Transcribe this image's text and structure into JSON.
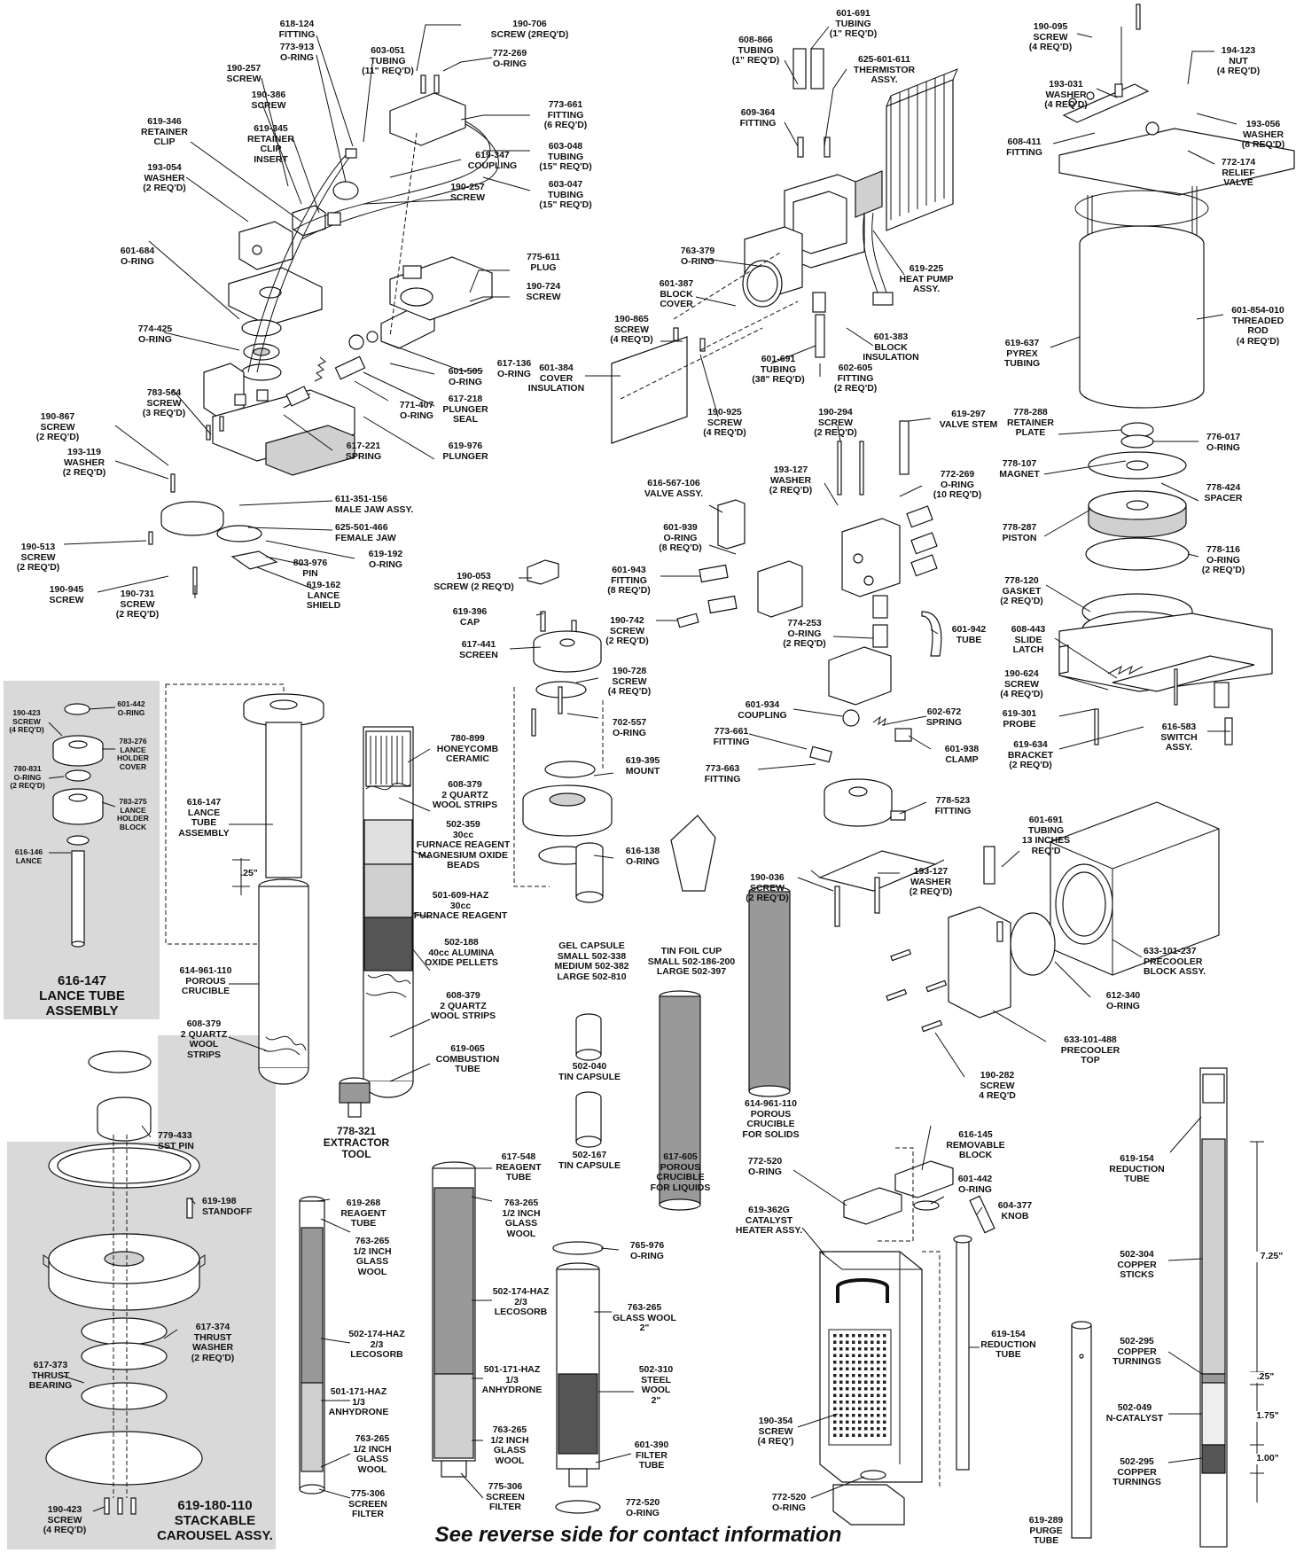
{
  "top_left_assembly": {
    "p618_124": "618-124\nFITTING",
    "p773_913": "773-913\nO-RING",
    "p603_051": "603-051\nTUBING\n(11\" REQ'D)",
    "p190_706": "190-706\nSCREW (2REQ'D)",
    "p772_269_a": "772-269\nO-RING",
    "p190_257_a": "190-257\nSCREW",
    "p190_386": "190-386\nSCREW",
    "p619_345": "619-345\nRETAINER\nCLIP\nINSERT",
    "p619_346": "619-346\nRETAINER\nCLIP",
    "p193_054": "193-054\nWASHER\n(2 REQ'D)",
    "p773_661_a": "773-661\nFITTING\n(6 REQ'D)",
    "p619_347": "619-347\nCOUPLING",
    "p603_048": "603-048\nTUBING\n(15\" REQ'D)",
    "p190_257_b": "190-257\nSCREW",
    "p603_047": "603-047\nTUBING\n(15\" REQ'D)",
    "p601_684": "601-684\nO-RING",
    "p775_611": "775-611\nPLUG",
    "p190_724": "190-724\nSCREW",
    "p774_425": "774-425\nO-RING",
    "p617_136": "617-136\nO-RING",
    "p601_505": "601-505\nO-RING",
    "p771_407": "771-407\nO-RING",
    "p617_218": "617-218\nPLUNGER\nSEAL",
    "p783_564": "783-564\nSCREW\n(3 REQ'D)",
    "p190_867": "190-867\nSCREW\n(2 REQ'D)",
    "p193_119": "193-119\nWASHER\n(2 REQ'D)",
    "p617_221": "617-221\nSPRING",
    "p619_976": "619-976\nPLUNGER",
    "p611_351": "611-351-156\nMALE JAW ASSY.",
    "p625_501": "625-501-466\nFEMALE JAW",
    "p619_192": "619-192\nO-RING",
    "p190_513": "190-513\nSCREW\n(2 REQ'D)",
    "p803_976": "803-976\nPIN",
    "p190_945": "190-945\nSCREW",
    "p190_731": "190-731\nSCREW\n(2 REQ'D)",
    "p619_162": "619-162\nLANCE\nSHIELD"
  },
  "heat_pump": {
    "p601_691_a": "601-691\nTUBING\n(1\" REQ'D)",
    "p608_866": "608-866\nTUBING\n(1\" REQ'D)",
    "p625_601": "625-601-611\nTHERMISTOR\nASSY.",
    "p609_364": "609-364\nFITTING",
    "p763_379": "763-379\nO-RING",
    "p601_387": "601-387\nBLOCK\nCOVER",
    "p619_225": "619-225\nHEAT PUMP\nASSY.",
    "p190_865": "190-865\nSCREW\n(4 REQ'D)",
    "p601_383": "601-383\nBLOCK\nINSULATION",
    "p601_384": "601-384\nCOVER\nINSULATION",
    "p601_691_b": "601-691\nTUBING\n(38\" REQ'D)",
    "p602_605": "602-605\nFITTING\n(2 REQ'D)",
    "p190_925": "190-925\nSCREW\n(4 REQ'D)"
  },
  "precooler_top": {
    "p190_095": "190-095\nSCREW\n(4 REQ'D)",
    "p194_123": "194-123\nNUT\n(4 REQ'D)",
    "p193_031": "193-031\nWASHER\n(4 REQ'D)",
    "p193_056": "193-056\nWASHER\n(8 REQ'D)",
    "p608_411": "608-411\nFITTING",
    "p772_174": "772-174\nRELIEF\nVALVE",
    "p601_854": "601-854-010\nTHREADED\nROD\n(4 REQ'D)",
    "p619_637": "619-637\nPYREX\nTUBING",
    "p778_288": "778-288\nRETAINER\nPLATE",
    "p776_017": "776-017\nO-RING",
    "p778_107": "778-107\nMAGNET",
    "p778_424": "778-424\nSPACER",
    "p778_287": "778-287\nPISTON",
    "p778_116": "778-116\nO-RING\n(2 REQ'D)",
    "p778_120": "778-120\nGASKET\n(2 REQ'D)",
    "p608_443": "608-443\nSLIDE\nLATCH",
    "p190_624": "190-624\nSCREW\n(4 REQ'D)",
    "p619_301": "619-301\nPROBE",
    "p616_583": "616-583\nSWITCH\nASSY.",
    "p619_634": "619-634\nBRACKET\n(2 REQ'D)"
  },
  "valve": {
    "p190_294": "190-294\nSCREW\n(2 REQ'D)",
    "p619_297": "619-297\nVALVE STEM",
    "p193_127_a": "193-127\nWASHER\n(2 REQ'D)",
    "p772_269_b": "772-269\nO-RING\n(10 REQ'D)",
    "p616_567": "616-567-106\nVALVE ASSY.",
    "p601_939": "601-939\nO-RING\n(8 REQ'D)",
    "p601_943": "601-943\nFITTING\n(8 REQ'D)",
    "p190_742": "190-742\nSCREW\n(2 REQ'D)",
    "p774_253": "774-253\nO-RING\n(2 REQ'D)",
    "p601_942": "601-942\nTUBE",
    "p601_934": "601-934\nCOUPLING",
    "p602_672": "602-672\nSPRING",
    "p773_661_b": "773-661\nFITTING",
    "p601_938": "601-938\nCLAMP",
    "p773_663": "773-663\nFITTING",
    "p778_523": "778-523\nFITTING",
    "p190_036": "190-036\nSCREW\n(2 REQ'D)",
    "p193_127_b": "193-127\nWASHER\n(2 REQ'D)"
  },
  "mount": {
    "p190_053": "190-053\nSCREW (2 REQ'D)",
    "p619_396": "619-396\nCAP",
    "p617_441": "617-441\nSCREEN",
    "p190_728": "190-728\nSCREW\n(4 REQ'D)",
    "p702_557": "702-557\nO-RING",
    "p619_395": "619-395\nMOUNT",
    "p616_138": "616-138\nO-RING"
  },
  "lance_panel": {
    "p601_442": "601-442\nO-RING",
    "p190_423": "190-423\nSCREW\n(4 REQ'D)",
    "p783_276": "783-276\nLANCE\nHOLDER\nCOVER",
    "p780_831": "780-831\nO-RING\n(2 REQ'D)",
    "p783_275": "783-275\nLANCE\nHOLDER\nBLOCK",
    "p616_146": "616-146\nLANCE",
    "title": "616-147\nLANCE TUBE\nASSEMBLY"
  },
  "combustion": {
    "p616_147": "616-147\nLANCE\nTUBE\nASSEMBLY",
    "dim_25": ".25\"",
    "p614_961_a": "614-961-110\nPOROUS\nCRUCIBLE",
    "p608_379_a": "608-379\n2 QUARTZ\nWOOL\nSTRIPS",
    "p780_899": "780-899\nHONEYCOMB\nCERAMIC",
    "p608_379_b": "608-379\n2  QUARTZ\nWOOL STRIPS",
    "p502_359": "502-359\n30cc\nFURNACE REAGENT\nMAGNESIUM OXIDE\nBEADS",
    "p501_609": "501-609-HAZ\n30cc\nFURNACE REAGENT",
    "p502_188": "502-188\n40cc ALUMINA\nOXIDE PELLETS",
    "p608_379_c": "608-379\n2 QUARTZ\nWOOL STRIPS",
    "p619_065": "619-065\nCOMBUSTION\nTUBE"
  },
  "capsules": {
    "gel": "GEL CAPSULE\nSMALL 502-338\nMEDIUM 502-382\nLARGE 502-810",
    "tin_foil": "TIN FOIL CUP\nSMALL 502-186-200\nLARGE 502-397",
    "p502_040": "502-040\nTIN CAPSULE",
    "p502_167": "502-167\nTIN CAPSULE",
    "p617_605": "617-605\nPOROUS\nCRUCIBLE\nFOR LIQUIDS",
    "p614_961_b": "614-961-110\nPOROUS\nCRUCIBLE\nFOR SOLIDS"
  },
  "precooler_block": {
    "p601_691_c": "601-691\nTUBING\n13 INCHES\nREQ'D",
    "p633_101_237": "633-101-237\nPRECOOLER\nBLOCK ASSY.",
    "p612_340": "612-340\nO-RING",
    "p633_101_488": "633-101-488\nPRECOOLER\nTOP",
    "p190_282": "190-282\nSCREW\n4 REQ'D"
  },
  "carousel_panel": {
    "p779_433": "779-433\nSST PIN",
    "p619_198": "619-198\nSTANDOFF",
    "p617_374": "617-374\nTHRUST\nWASHER\n(2 REQ'D)",
    "p617_373": "617-373\nTHRUST\nBEARING",
    "p190_423": "190-423\nSCREW\n(4 REQ'D)",
    "title": "619-180-110\nSTACKABLE\nCAROUSEL ASSY."
  },
  "extractor": {
    "p778_321": "778-321\nEXTRACTOR\nTOOL"
  },
  "reagent_tubes": {
    "p619_268": "619-268\nREAGENT\nTUBE",
    "p763_265_a": "763-265\n1/2 INCH\nGLASS\nWOOL",
    "p502_174_a": "502-174-HAZ\n2/3\nLECOSORB",
    "p501_171_a": "501-171-HAZ\n1/3\nANHYDRONE",
    "p763_265_b": "763-265\n1/2 INCH\nGLASS\nWOOL",
    "p775_306_a": "775-306\nSCREEN\nFILTER",
    "p617_548": "617-548\nREAGENT\nTUBE",
    "p763_265_c": "763-265\n1/2 INCH\nGLASS\nWOOL",
    "p502_174_b": "502-174-HAZ\n2/3\nLECOSORB",
    "p501_171_b": "501-171-HAZ\n1/3\nANHYDRONE",
    "p763_265_d": "763-265\n1/2 INCH\nGLASS\nWOOL",
    "p775_306_b": "775-306\nSCREEN\nFILTER",
    "p765_976": "765-976\nO-RING",
    "p763_265_e": "763-265\nGLASS WOOL\n2\"",
    "p502_310": "502-310\nSTEEL\nWOOL\n2\"",
    "p601_390": "601-390\nFILTER\nTUBE",
    "p772_520_a": "772-520\nO-RING"
  },
  "catalyst_heater": {
    "p616_145": "616-145\nREMOVABLE\nBLOCK",
    "p772_520_b": "772-520\nO-RING",
    "p601_442_b": "601-442\nO-RING",
    "p604_377": "604-377\nKNOB",
    "p619_362": "619-362G\nCATALYST\nHEATER ASSY.",
    "p619_154_a": "619-154\nREDUCTION\nTUBE",
    "p190_354": "190-354\nSCREW\n(4 REQ')",
    "p772_520_c": "772-520\nO-RING",
    "p619_289": "619-289\nPURGE\nTUBE"
  },
  "reduction_tube": {
    "p619_154_b": "619-154\nREDUCTION\nTUBE",
    "p502_304": "502-304\nCOPPER\nSTICKS",
    "dim_725": "7.25\"",
    "p502_295_a": "502-295\nCOPPER\nTURNINGS",
    "dim_25": ".25\"",
    "p502_049": "502-049\nN-CATALYST",
    "dim_175": "1.75\"",
    "p502_295_b": "502-295\nCOPPER\nTURNINGS",
    "dim_100": "1.00\""
  },
  "footer": "See reverse side for contact information"
}
